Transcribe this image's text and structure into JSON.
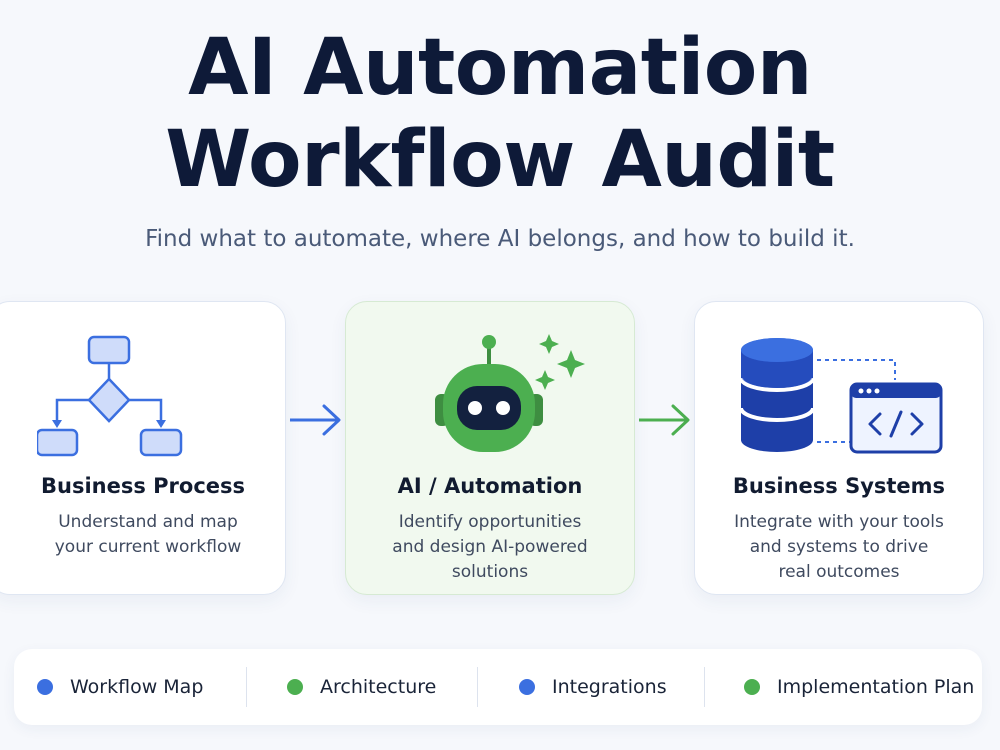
{
  "header": {
    "title_line1": "AI Automation",
    "title_line2": "Workflow Audit",
    "subtitle": "Find what to automate, where AI belongs, and how to build it."
  },
  "cards": [
    {
      "title": "Business Process",
      "desc_lines": [
        "Understand and map",
        "your current workflow"
      ],
      "icon": "flowchart-icon"
    },
    {
      "title": "AI / Automation",
      "desc_lines": [
        "Identify opportunities",
        "and design AI-powered",
        "solutions"
      ],
      "icon": "robot-icon"
    },
    {
      "title": "Business Systems",
      "desc_lines": [
        "Integrate with your tools",
        "and systems to drive",
        "real outcomes"
      ],
      "icon": "database-code-icon"
    }
  ],
  "deliverables": [
    {
      "label": "Workflow Map",
      "color": "#3b6fe0"
    },
    {
      "label": "Architecture",
      "color": "#4caf50"
    },
    {
      "label": "Integrations",
      "color": "#3b6fe0"
    },
    {
      "label": "Implementation Plan",
      "color": "#4caf50"
    }
  ],
  "colors": {
    "blue": "#3b6fe0",
    "green": "#4caf50",
    "navy": "#0e1a38"
  }
}
